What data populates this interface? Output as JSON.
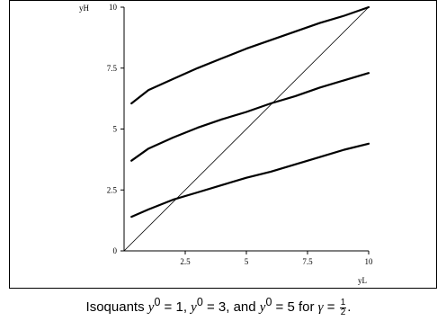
{
  "chart_data": {
    "type": "line",
    "title": "",
    "xlabel": "yL",
    "ylabel": "yH",
    "xlim": [
      0,
      10
    ],
    "ylim": [
      0,
      10
    ],
    "x_ticks": [
      "2.5",
      "5",
      "7.5",
      "10"
    ],
    "y_ticks": [
      "0",
      "2.5",
      "5",
      "7.5",
      "10"
    ],
    "grid": false,
    "series": [
      {
        "x": [
          0.3,
          1,
          2,
          3,
          4,
          5,
          6,
          7,
          8,
          9,
          10
        ],
        "y": [
          1.4,
          1.7,
          2.1,
          2.4,
          2.7,
          3.0,
          3.25,
          3.55,
          3.85,
          4.15,
          4.4
        ]
      },
      {
        "x": [
          0.3,
          1,
          2,
          3,
          4,
          5,
          6,
          7,
          8,
          9,
          10
        ],
        "y": [
          3.7,
          4.2,
          4.65,
          5.05,
          5.4,
          5.7,
          6.05,
          6.35,
          6.7,
          7.0,
          7.3
        ]
      },
      {
        "x": [
          0.3,
          1,
          2,
          3,
          4,
          5,
          6,
          7,
          8,
          9,
          10
        ],
        "y": [
          6.05,
          6.6,
          7.05,
          7.5,
          7.9,
          8.3,
          8.65,
          9.0,
          9.35,
          9.65,
          10.0
        ]
      },
      {
        "x": [
          0,
          10
        ],
        "y": [
          0,
          10
        ]
      }
    ]
  },
  "caption": {
    "prefix": "Isoquants ",
    "y_symbol": "y",
    "superscript": "0",
    "eq1": " = 1, ",
    "eq2": " = 3, and ",
    "eq3": " = 5 for ",
    "gamma": "γ",
    "eq_gamma": " = ",
    "frac_num": "1",
    "frac_den": "2",
    "end": "."
  }
}
